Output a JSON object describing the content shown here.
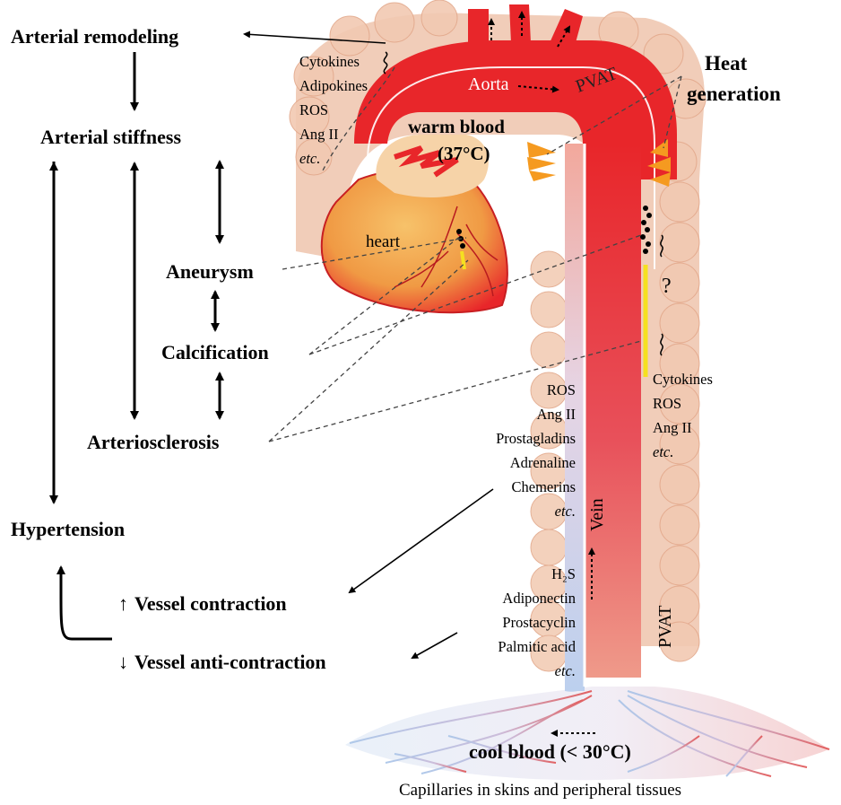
{
  "left_flow": {
    "arterial_remodeling": "Arterial remodeling",
    "arterial_stiffness": "Arterial stiffness",
    "aneurysm": "Aneurysm",
    "calcification": "Calcification",
    "arteriosclerosis": "Arteriosclerosis",
    "hypertension": "Hypertension",
    "vessel_contraction": "Vessel contraction",
    "vessel_anti_contraction": "Vessel anti-contraction",
    "up_arrow": "↑",
    "down_arrow": "↓"
  },
  "heat_generation": [
    "Heat",
    "generation"
  ],
  "pvat_labels": {
    "top": "PVAT",
    "bottom": "PVAT"
  },
  "aorta_label": "Aorta",
  "vein_label": "Vein",
  "heart_label": "heart",
  "question_mark": "?",
  "warm_blood": [
    "warm blood",
    "(37°C)"
  ],
  "cool_blood": "cool blood (< 30°C)",
  "capillaries_label": "Capillaries in skins and peripheral tissues",
  "factors_top": [
    "Cytokines",
    "Adipokines",
    "ROS",
    "Ang II",
    "etc."
  ],
  "factors_right": [
    "Cytokines",
    "ROS",
    "Ang II",
    "etc."
  ],
  "factors_contraction": [
    "ROS",
    "Ang II",
    "Prostagladins",
    "Adrenaline",
    "Chemerins",
    "etc."
  ],
  "factors_anti_contraction": [
    "H₂S",
    "Adiponectin",
    "Prostacyclin",
    "Palmitic acid",
    "etc."
  ],
  "colors": {
    "aorta_red": "#e8262a",
    "pvat_peach": "#eec0a8",
    "vein_blue": "#c9d8ef",
    "heart_orange": "#f0a050",
    "plaque_yellow": "#f5e020"
  }
}
